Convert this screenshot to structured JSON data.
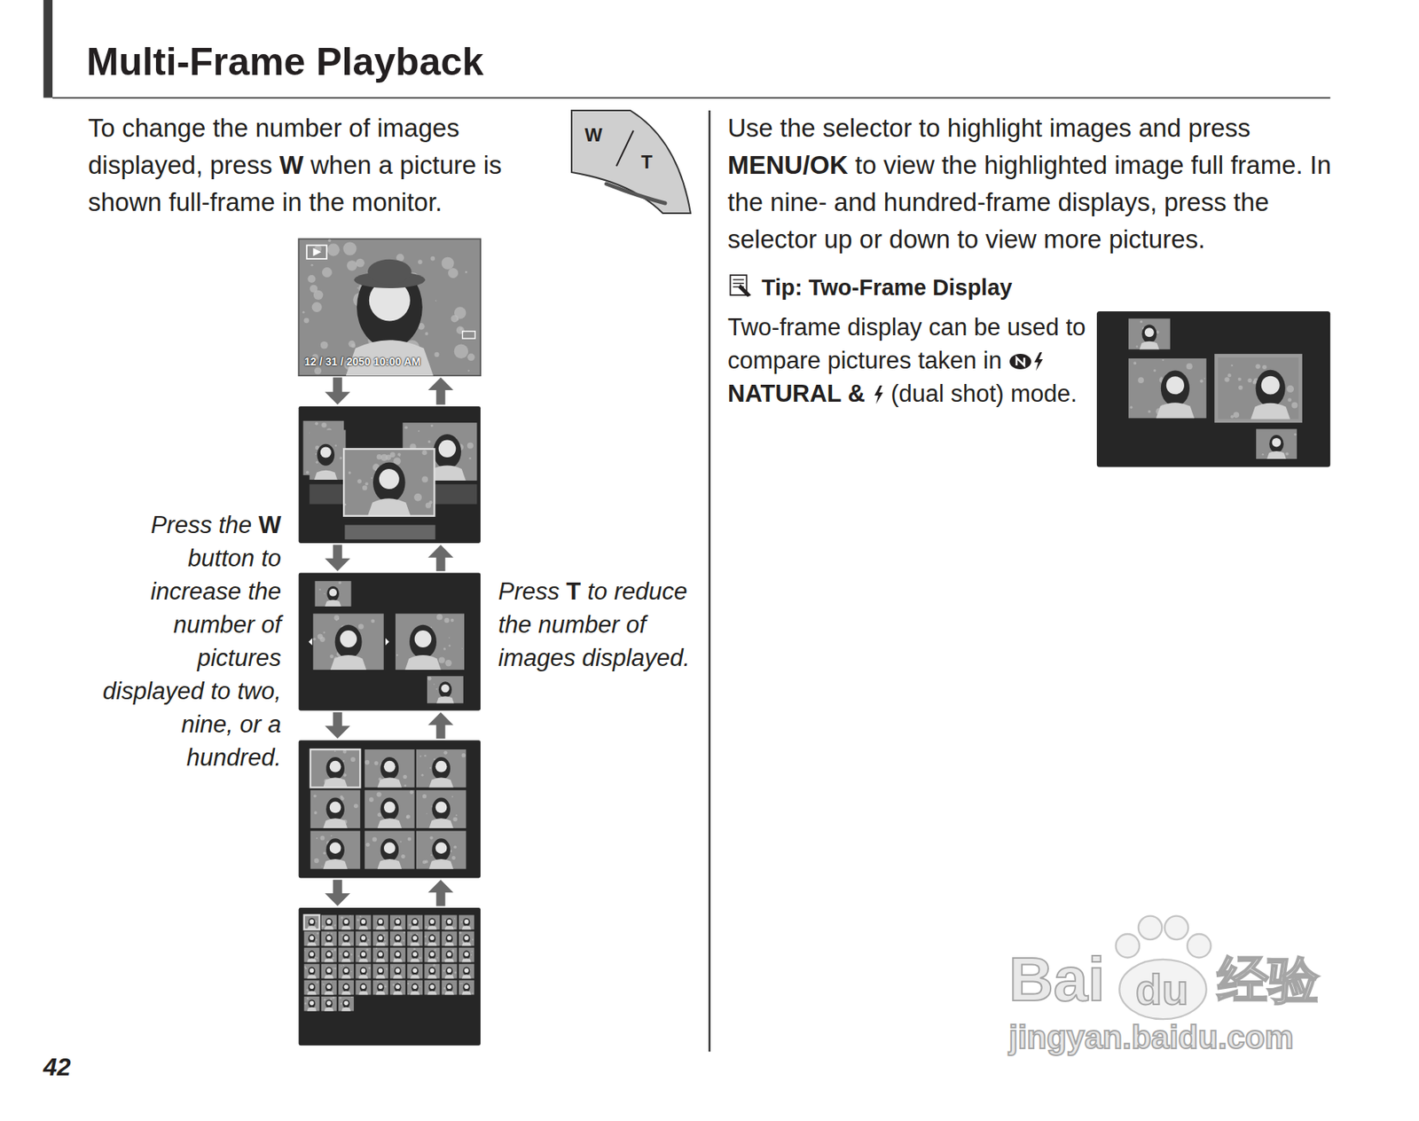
{
  "diagram": {
    "title": "Multi-Frame Playback",
    "nodes": [
      {
        "text": [
          "W",
          "T"
        ]
      },
      {
        "text": [
          "12 / 31 / 2050 10:00 AM"
        ]
      }
    ],
    "labels": [
      "To change the number of images displayed, press",
      "W",
      "when a picture is shown full-frame in the monitor.",
      "Press the",
      "W",
      "button to increase the number of pictures displayed to two, nine, or a hundred.",
      "Press",
      "T",
      "to reduce the number of images displayed.",
      "Use the selector to highlight images and press",
      "MENU/OK",
      "to view the highlighted image full frame. In the nine- and hundred-frame displays, press the selector up or down to view more pictures.",
      "Tip: Two-Frame Display",
      "Two-frame display can be used to compare pictures taken in",
      "NATURAL &",
      "(dual shot) mode.",
      "42",
      "Bai",
      "du",
      "经验",
      "jingyan.baidu.com"
    ]
  }
}
